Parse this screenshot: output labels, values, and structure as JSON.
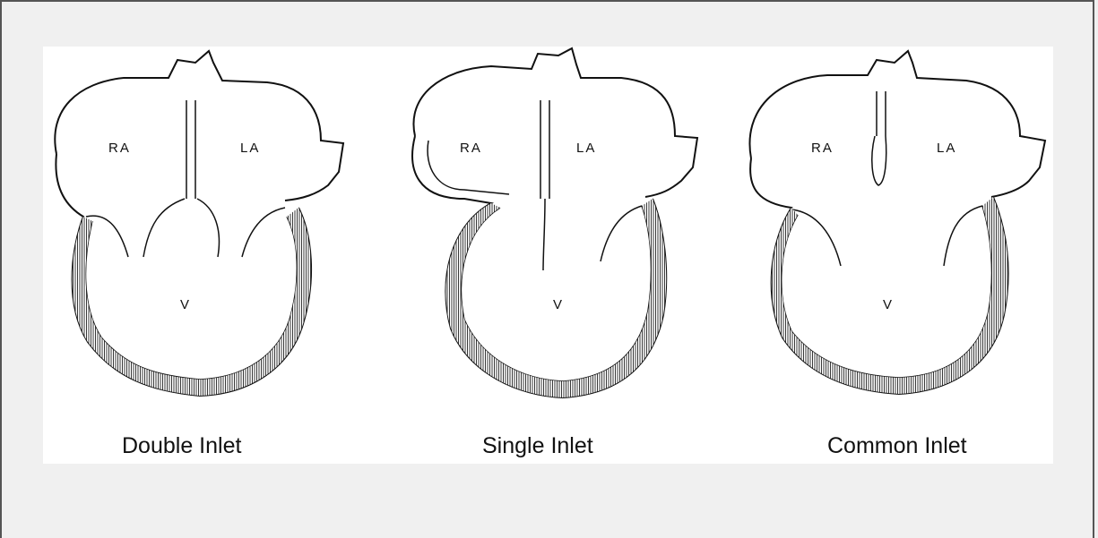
{
  "panels": [
    {
      "ra": "RA",
      "la": "LA",
      "v": "V",
      "caption": "Double Inlet"
    },
    {
      "ra": "RA",
      "la": "LA",
      "v": "V",
      "caption": "Single Inlet"
    },
    {
      "ra": "RA",
      "la": "LA",
      "v": "V",
      "caption": "Common Inlet"
    }
  ]
}
